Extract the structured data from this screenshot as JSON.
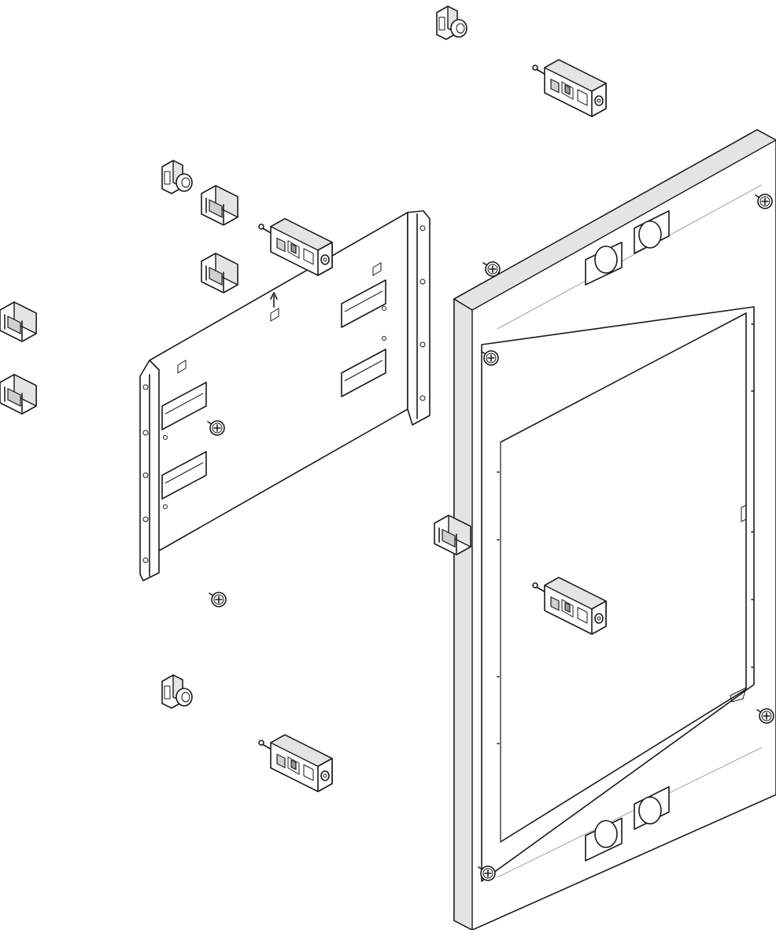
{
  "drawing": {
    "type": "exploded-assembly-diagram",
    "parts": [
      {
        "name": "front-frame-panel",
        "count": 1
      },
      {
        "name": "mounting-plate",
        "count": 1
      },
      {
        "name": "terminal-block",
        "count": 4
      },
      {
        "name": "cage-nut",
        "count": 6
      },
      {
        "name": "frame-clip",
        "count": 4
      },
      {
        "name": "screw",
        "count": 7
      }
    ],
    "colors": {
      "line": "#1a1a1a",
      "background": "#ffffff",
      "shade": "#e4e4e4"
    }
  }
}
